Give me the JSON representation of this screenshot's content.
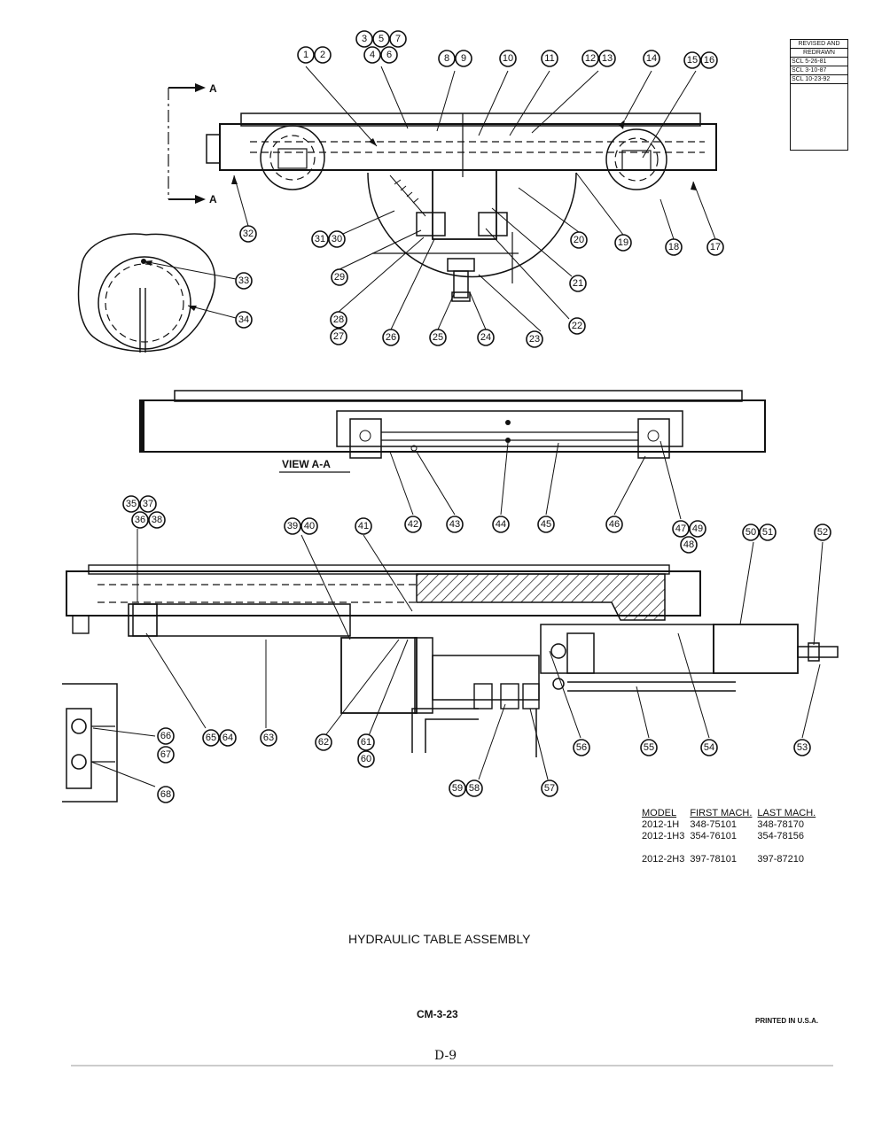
{
  "revision_box": {
    "heading_1": "REVISED AND",
    "heading_2": "REDRAWN",
    "entries": [
      "SCL 5-26-81",
      "SCL 3-10-87",
      "SCL 10-23-92"
    ]
  },
  "section_marker": "A",
  "view_label": "VIEW A-A",
  "title": "HYDRAULIC TABLE ASSEMBLY",
  "drawing_number": "CM-3-23",
  "printed": "PRINTED IN U.S.A.",
  "page_label": "D-9",
  "model_table": {
    "headers": [
      "MODEL",
      "FIRST MACH.",
      "LAST MACH."
    ],
    "rows": [
      [
        "2012-1H",
        "348-75101",
        "348-78170"
      ],
      [
        "2012-1H3",
        "354-76101",
        "354-78156"
      ],
      [
        "2012-2H3",
        "397-78101",
        "397-87210"
      ]
    ]
  },
  "callouts": {
    "top": [
      "1",
      "2",
      "3",
      "5",
      "7",
      "4",
      "6",
      "8",
      "9",
      "10",
      "11",
      "12",
      "13",
      "14",
      "15",
      "16",
      "17",
      "18",
      "19",
      "20",
      "21",
      "22",
      "23",
      "24",
      "25",
      "26",
      "27",
      "28",
      "29",
      "30",
      "31",
      "32",
      "33",
      "34"
    ],
    "middle": [
      "42",
      "43",
      "44",
      "45",
      "46",
      "47",
      "48",
      "49"
    ],
    "bottom": [
      "35",
      "36",
      "37",
      "38",
      "39",
      "40",
      "41",
      "50",
      "51",
      "52",
      "53",
      "54",
      "55",
      "56",
      "57",
      "58",
      "59",
      "60",
      "61",
      "62",
      "63",
      "64",
      "65",
      "66",
      "67",
      "68"
    ]
  }
}
